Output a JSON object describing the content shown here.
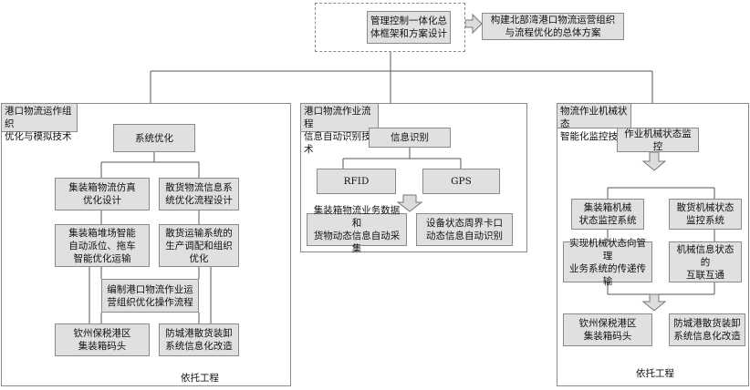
{
  "top": {
    "main": "管理控制一体化总\n体框架和方案设计",
    "goal": "构建北部湾港口物流运营组织\n与流程优化的总体方案"
  },
  "left": {
    "title": "港口物流运作组织\n优化与模拟技术",
    "system_opt": "系统优化",
    "container_sim": "集装箱物流仿真\n优化设计",
    "bulk_info": "散货物流信息系\n统优化流程设计",
    "yard": "集装箱堆场智能\n自动派位、拖车\n智能优化运输",
    "bulk_transport": "散货运输系统的\n生产调配和组织\n优化",
    "compile": "编制港口物流作业运\n营组织优化操作流程",
    "qinzhou": "钦州保税港区\n集装箱码头",
    "fangcheng": "防城港散货装卸\n系统信息化改造",
    "rely": "依托工程"
  },
  "middle": {
    "title": "港口物流作业流程\n信息自动识别技术",
    "info_recog": "信息识别",
    "rfid": "RFID",
    "gps": "GPS",
    "business": "集装箱物流业务数据和\n货物动态信息自动采集",
    "device": "设备状态周界卡口\n动态信息自动识别"
  },
  "right": {
    "title": "物流作业机械状态\n智能化监控技术",
    "monitor": "作业机械状态监控",
    "container_mon": "集装箱机械\n状态监控系统",
    "bulk_mon": "散货机械状态\n监控系统",
    "transfer": "实现机械状态向管理\n业务系统的传递传输",
    "interconnect": "机械信息状态的\n互联互通",
    "qinzhou": "钦州保税港区\n集装箱码头",
    "fangcheng": "防城港散货装卸\n系统信息化改造",
    "rely": "依托工程"
  }
}
